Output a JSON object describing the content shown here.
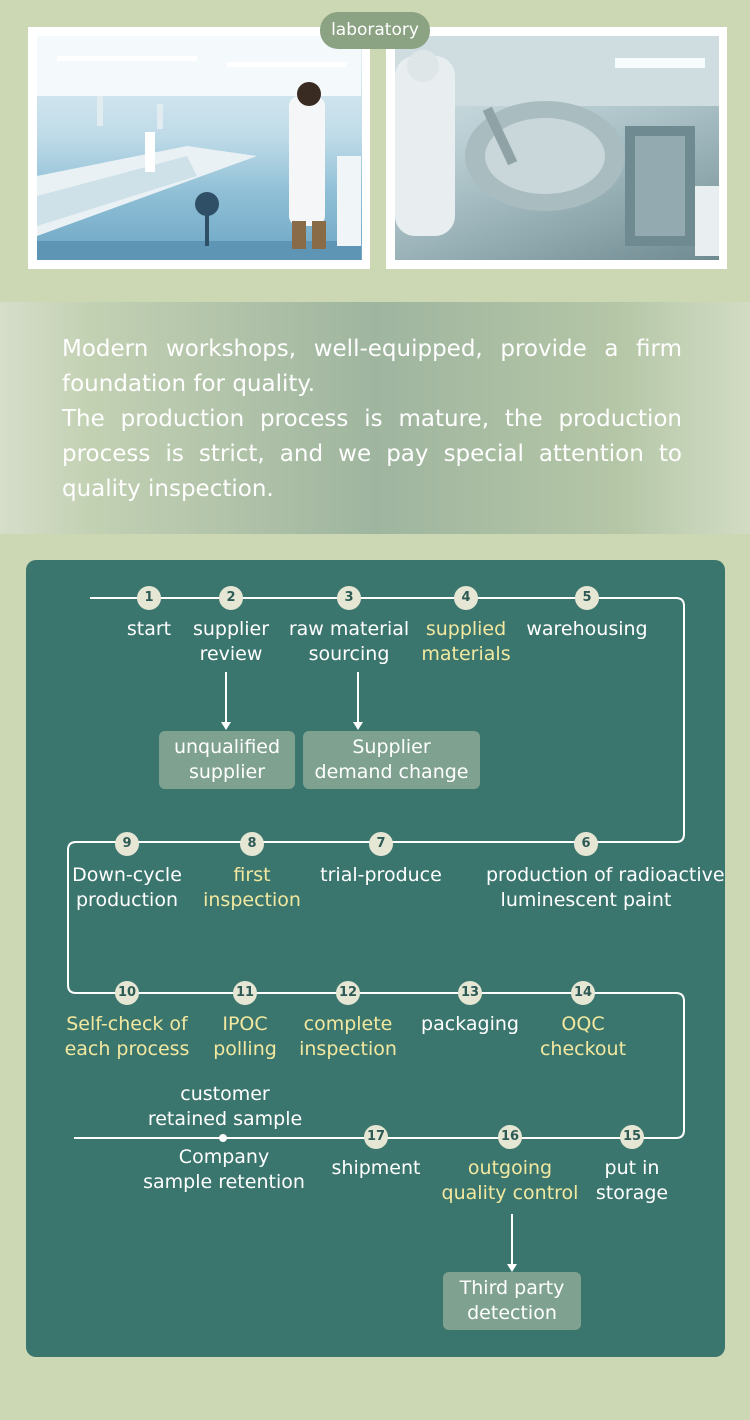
{
  "header": {
    "badge": "laboratory"
  },
  "photos": [
    {
      "name": "laboratory-photo",
      "description": ""
    },
    {
      "name": "cleanroom-photo",
      "description": ""
    }
  ],
  "intro": {
    "p1": "Modern workshops, well-equipped, provide a firm foundation for quality.",
    "p2": "The production process is mature, the production process is strict, and we pay special attention to quality inspection."
  },
  "colors": {
    "panel": "#3b766e",
    "highlight": "#f2e8a0",
    "box": "#7fa290",
    "badge": "#8ba383"
  },
  "flow": {
    "steps": [
      {
        "n": "1",
        "label": [
          "start"
        ],
        "hl": false
      },
      {
        "n": "2",
        "label": [
          "supplier",
          "review"
        ],
        "hl": false
      },
      {
        "n": "3",
        "label": [
          "raw material",
          "sourcing"
        ],
        "hl": false
      },
      {
        "n": "4",
        "label": [
          "supplied",
          "materials"
        ],
        "hl": true
      },
      {
        "n": "5",
        "label": [
          "warehousing"
        ],
        "hl": false
      },
      {
        "n": "6",
        "label": [
          "production of radioactive",
          "luminescent paint"
        ],
        "hl": false
      },
      {
        "n": "7",
        "label": [
          "trial-produce"
        ],
        "hl": false
      },
      {
        "n": "8",
        "label": [
          "first",
          "inspection"
        ],
        "hl": true
      },
      {
        "n": "9",
        "label": [
          "Down-cycle",
          "production"
        ],
        "hl": false
      },
      {
        "n": "10",
        "label": [
          "Self-check of",
          "each process"
        ],
        "hl": true
      },
      {
        "n": "11",
        "label": [
          "IPOC",
          "polling"
        ],
        "hl": true
      },
      {
        "n": "12",
        "label": [
          "complete",
          "inspection"
        ],
        "hl": true
      },
      {
        "n": "13",
        "label": [
          "packaging"
        ],
        "hl": false
      },
      {
        "n": "14",
        "label": [
          "OQC",
          "checkout"
        ],
        "hl": true
      },
      {
        "n": "15",
        "label": [
          "put in",
          "storage"
        ],
        "hl": false
      },
      {
        "n": "16",
        "label": [
          "outgoing",
          "quality control"
        ],
        "hl": true
      },
      {
        "n": "17",
        "label": [
          "shipment"
        ],
        "hl": false
      }
    ],
    "boxes": {
      "unqualified": [
        "unqualified",
        "supplier"
      ],
      "demand": [
        "Supplier",
        "demand change"
      ],
      "third_party": [
        "Third party",
        "detection"
      ]
    },
    "retention": {
      "customer": [
        "customer",
        "retained sample"
      ],
      "company": [
        "Company",
        "sample retention"
      ]
    }
  }
}
